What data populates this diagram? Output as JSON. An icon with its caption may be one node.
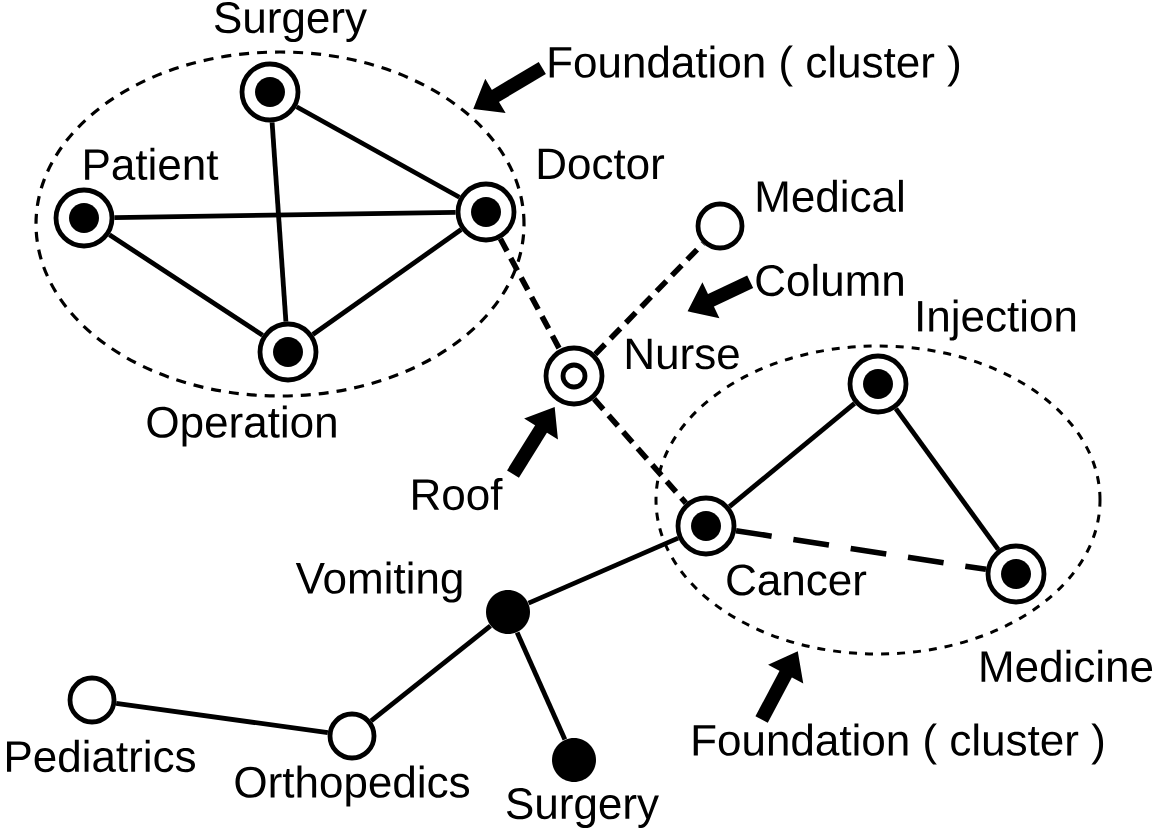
{
  "diagram": {
    "nodes": [
      {
        "text": [],
        "shape": "ellipse"
      },
      {
        "text": [],
        "shape": "circle",
        "beside": [
          "Surgery"
        ],
        "in": 0
      },
      {
        "text": [],
        "shape": "circle",
        "beside": [
          "Patient"
        ],
        "in": 0
      },
      {
        "text": [],
        "shape": "circle",
        "beside": [
          "Doctor"
        ],
        "in": 0
      },
      {
        "text": [],
        "shape": "circle",
        "beside": [
          "Operation"
        ],
        "in": 0
      },
      {
        "text": [
          "Foundation ( cluster )"
        ]
      },
      {
        "text": [],
        "shape": "circle",
        "beside": [
          "Medical"
        ]
      },
      {
        "text": [
          "Column"
        ]
      },
      {
        "text": [],
        "shape": "circle",
        "beside": [
          "Nurse"
        ]
      },
      {
        "text": [],
        "shape": "ellipse"
      },
      {
        "text": [],
        "shape": "circle",
        "beside": [
          "Injection"
        ],
        "in": 9
      },
      {
        "text": [
          "Roof"
        ]
      },
      {
        "text": [],
        "shape": "circle",
        "beside": [
          "Cancer"
        ],
        "in": 9
      },
      {
        "text": [],
        "shape": "circle",
        "beside": [
          "Medicine"
        ],
        "in": 9
      },
      {
        "text": [],
        "shape": "circle",
        "beside": [
          "Vomiting"
        ]
      },
      {
        "text": [],
        "shape": "circle",
        "beside": [
          "Pediatrics"
        ]
      },
      {
        "text": [],
        "shape": "circle",
        "beside": [
          "Orthopedics"
        ]
      },
      {
        "text": [
          "Foundation ( cluster )"
        ]
      },
      {
        "text": [],
        "shape": "circle",
        "beside": [
          "Surgery"
        ]
      }
    ],
    "edges": [
      {
        "from": 1,
        "to": 3,
        "arrow": "none"
      },
      {
        "from": 1,
        "to": 4,
        "arrow": "none"
      },
      {
        "from": 2,
        "to": 3,
        "arrow": "none"
      },
      {
        "from": 2,
        "to": 4,
        "arrow": "none"
      },
      {
        "from": 4,
        "to": 3,
        "arrow": "none"
      },
      {
        "from": 3,
        "to": 8,
        "arrow": "none",
        "style": "dashed"
      },
      {
        "from": 8,
        "to": 6,
        "arrow": "none",
        "style": "dashed"
      },
      {
        "from": 8,
        "to": 12,
        "arrow": "none",
        "style": "dashed"
      },
      {
        "from": 12,
        "to": 10,
        "arrow": "none"
      },
      {
        "from": 10,
        "to": 13,
        "arrow": "none"
      },
      {
        "from": 12,
        "to": 13,
        "arrow": "none",
        "style": "dashed"
      },
      {
        "from": 12,
        "to": 14,
        "arrow": "none"
      },
      {
        "from": 14,
        "to": 16,
        "arrow": "none"
      },
      {
        "from": 14,
        "to": 18,
        "arrow": "none"
      },
      {
        "from": 16,
        "to": 15,
        "arrow": "none"
      },
      {
        "from": 5,
        "to": 0,
        "arrow": "to",
        "style": "thick"
      },
      {
        "from": 7,
        "to": null,
        "arrow": "to",
        "style": "thick"
      },
      {
        "from": 11,
        "to": 8,
        "arrow": "to",
        "style": "thick"
      },
      {
        "from": 17,
        "to": 9,
        "arrow": "to",
        "style": "thick"
      }
    ]
  }
}
